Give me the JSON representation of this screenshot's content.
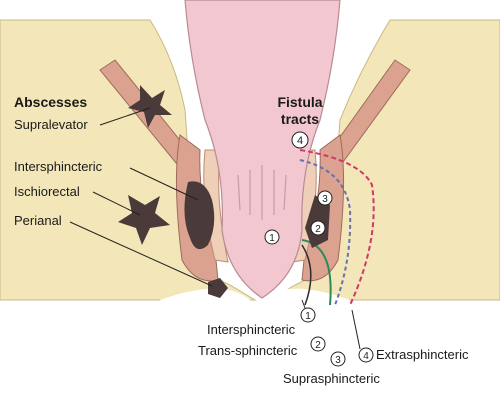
{
  "labels": {
    "abscesses_heading": "Abscesses",
    "supralevator": "Supralevator",
    "intersphincteric": "Intersphincteric",
    "ischiorectal": "Ischiorectal",
    "perianal": "Perianal",
    "fistula_heading_line1": "Fistula",
    "fistula_heading_line2": "tracts"
  },
  "fistula_tracts": [
    {
      "number": "1",
      "label": "Intersphincteric"
    },
    {
      "number": "2",
      "label": "Trans-sphincteric"
    },
    {
      "number": "3",
      "label": "Suprasphincteric"
    },
    {
      "number": "4",
      "label": "Extrasphincteric"
    }
  ],
  "colors": {
    "fat": "#f3e6b8",
    "muscle": "#dba28f",
    "mucosa": "#f3c7d0",
    "abscess": "#4a3a3a",
    "tract_1": "#2c2c2c",
    "tract_2": "#2e8b57",
    "tract_3": "#6a6fb0",
    "tract_4": "#d0386a"
  }
}
